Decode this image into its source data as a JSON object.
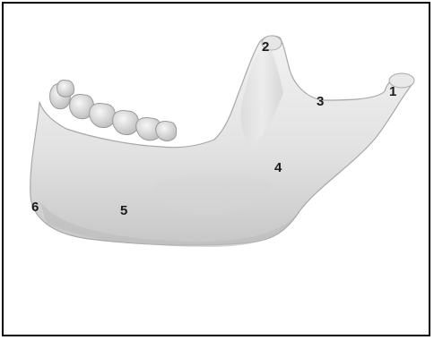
{
  "figure": {
    "labels": [
      "1",
      "2",
      "3",
      "4",
      "5",
      "6"
    ]
  },
  "colors": {
    "bone_light": "#ececec",
    "bone_mid": "#d6d6d6",
    "bone_shadow": "#b9b9b9",
    "outline": "#a8a8a8",
    "border": "#000000",
    "label": "#1a1a1a"
  }
}
